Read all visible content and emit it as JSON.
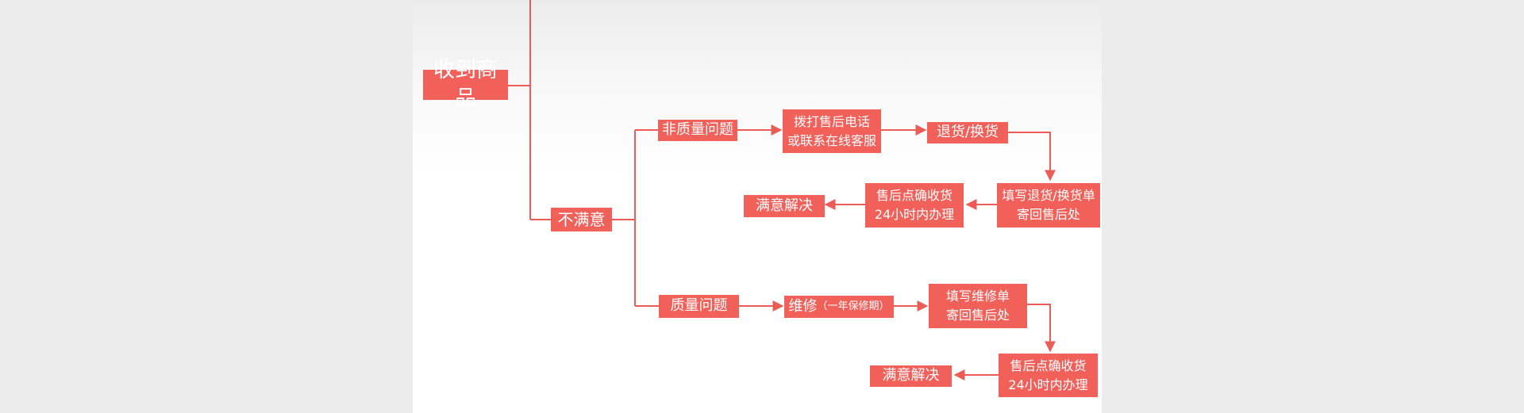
{
  "diagram": {
    "root": "收到商品",
    "unsatisfied": "不满意",
    "branch_non_quality": "非质量问题",
    "branch_quality": "质量问题",
    "nq_contact": "拨打售后电话\n或联系在线客服",
    "nq_return": "退货/换货",
    "nq_form": "填写退货/换货单\n寄回售后处",
    "nq_confirm": "售后点确收货\n24小时内办理",
    "nq_resolved": "满意解决",
    "q_repair": "维修",
    "q_repair_note": "（一年保修期）",
    "q_form": "填写维修单\n寄回售后处",
    "q_confirm": "售后点确收货\n24小时内办理",
    "q_resolved": "满意解决"
  },
  "colors": {
    "box": "#f2605a",
    "line": "#ec5c56",
    "text": "#ffffff",
    "page_bg": "#ececec",
    "panel_bg": "#ffffff"
  }
}
